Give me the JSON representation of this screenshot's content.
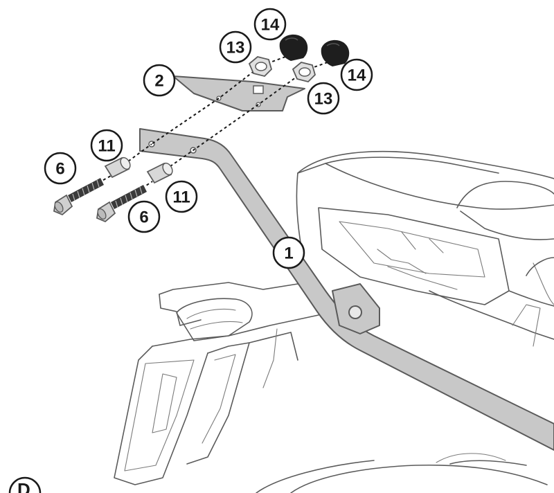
{
  "section_letter": "D",
  "callouts": {
    "c1": "1",
    "c2": "2",
    "c6a": "6",
    "c6b": "6",
    "c11a": "11",
    "c11b": "11",
    "c13a": "13",
    "c13b": "13",
    "c14a": "14",
    "c14b": "14"
  },
  "colors": {
    "part_fill": "#c8c8c8",
    "part_stroke": "#5a5a5a",
    "outline": "#5a5a5a",
    "callout_stroke": "#1a1a1a",
    "dark_part": "#1e1e1e"
  }
}
